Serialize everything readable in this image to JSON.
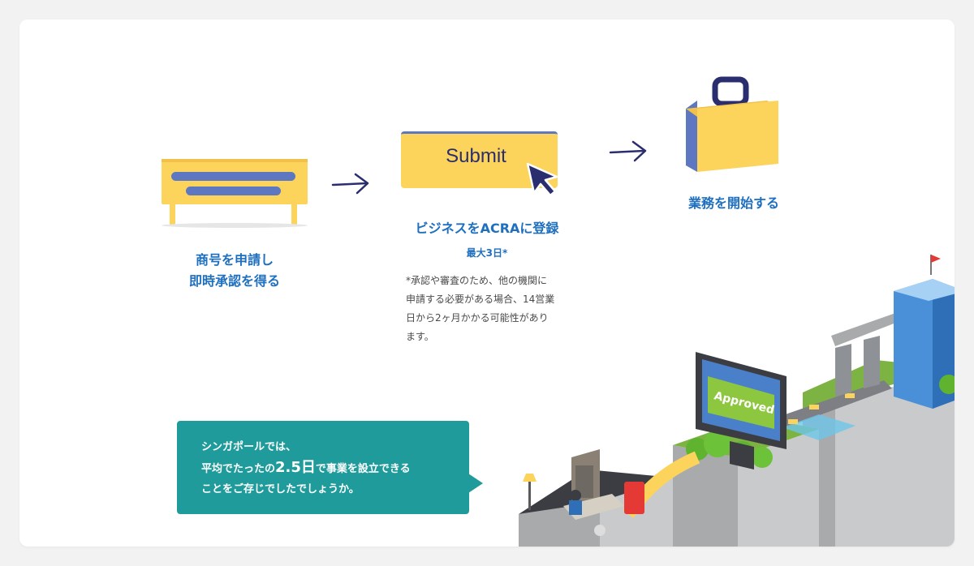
{
  "steps": [
    {
      "label_line1": "商号を申請し",
      "label_line2": "即時承認を得る"
    },
    {
      "button_text": "Submit",
      "label": "ビジネスをACRAに登録",
      "sub_label": "最大3日*"
    },
    {
      "label": "業務を開始する"
    }
  ],
  "footnote": {
    "line1": "*承認や審査のため、他の機関に",
    "line2": "申請する必要がある場合、14営業",
    "line3": "日から2ヶ月かかる可能性があり",
    "line4": "ます。"
  },
  "callout": {
    "line1": "シンガポールでは、",
    "line2_before": "平均でたったの",
    "line2_highlight": "2.5日",
    "line2_after": "で事業を設立できる",
    "line3": "ことをご存じでしたでしょうか。"
  },
  "illustration": {
    "monitor_badge": "Approved"
  },
  "colors": {
    "accent_blue": "#1e6fbf",
    "navy": "#2a2e6e",
    "yellow": "#fcd45c",
    "teal": "#1f9b9b",
    "bar_blue": "#5d78c0"
  }
}
